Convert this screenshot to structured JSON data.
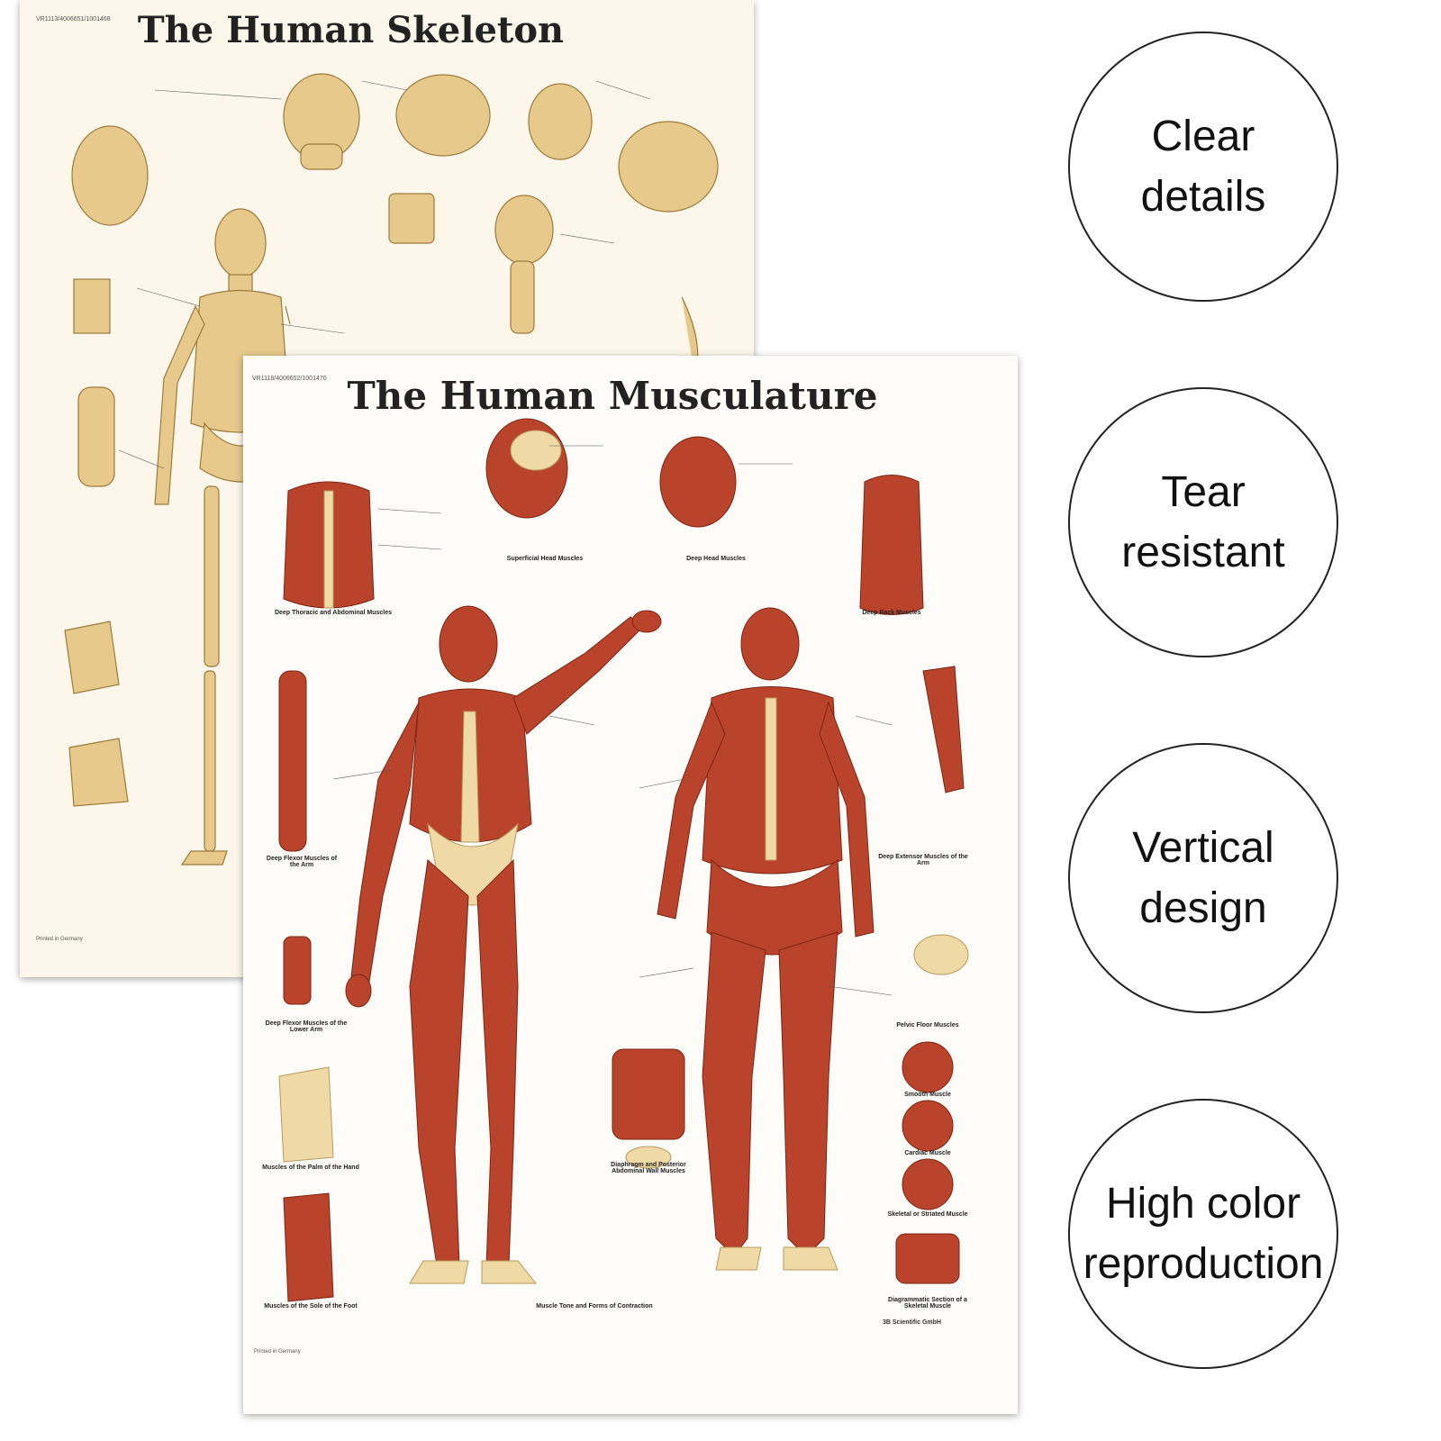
{
  "skeleton_poster": {
    "title": "The Human Skeleton",
    "code": "VR1113/4006651/1001468",
    "printed": "Printed in Germany"
  },
  "musculature_poster": {
    "title": "The Human Musculature",
    "code": "VR1118/4006652/1001470",
    "printed": "Printed in Germany",
    "publisher": "3B Scientific GmbH",
    "captions": {
      "superficial_head": "Superficial Head Muscles",
      "deep_head": "Deep Head Muscles",
      "deep_thoracic": "Deep Thoracic and Abdominal Muscles",
      "deep_back": "Deep Back Muscles",
      "deep_flexor_arm": "Deep Flexor Muscles of the Arm",
      "deep_extensor_arm": "Deep Extensor Muscles of the Arm",
      "deep_flexor_lower_arm": "Deep Flexor Muscles of the Lower Arm",
      "pelvic_floor": "Pelvic Floor Muscles",
      "palm_hand": "Muscles of the Palm of the Hand",
      "sole_foot": "Muscles of the Sole of the Foot",
      "diaphragm": "Diaphragm and Posterior Abdominal Wall Muscles",
      "smooth": "Smooth Muscle",
      "cardiac": "Cardiac Muscle",
      "skeletal": "Skeletal or Striated Muscle",
      "diagram_section": "Diagrammatic Section of a Skeletal Muscle",
      "muscle_tone": "Muscle Tone and Forms of Contraction"
    }
  },
  "features": [
    {
      "line1": "Clear",
      "line2": "details"
    },
    {
      "line1": "Tear",
      "line2": "resistant"
    },
    {
      "line1": "Vertical",
      "line2": "design"
    },
    {
      "line1": "High color",
      "line2": "reproduction"
    }
  ]
}
